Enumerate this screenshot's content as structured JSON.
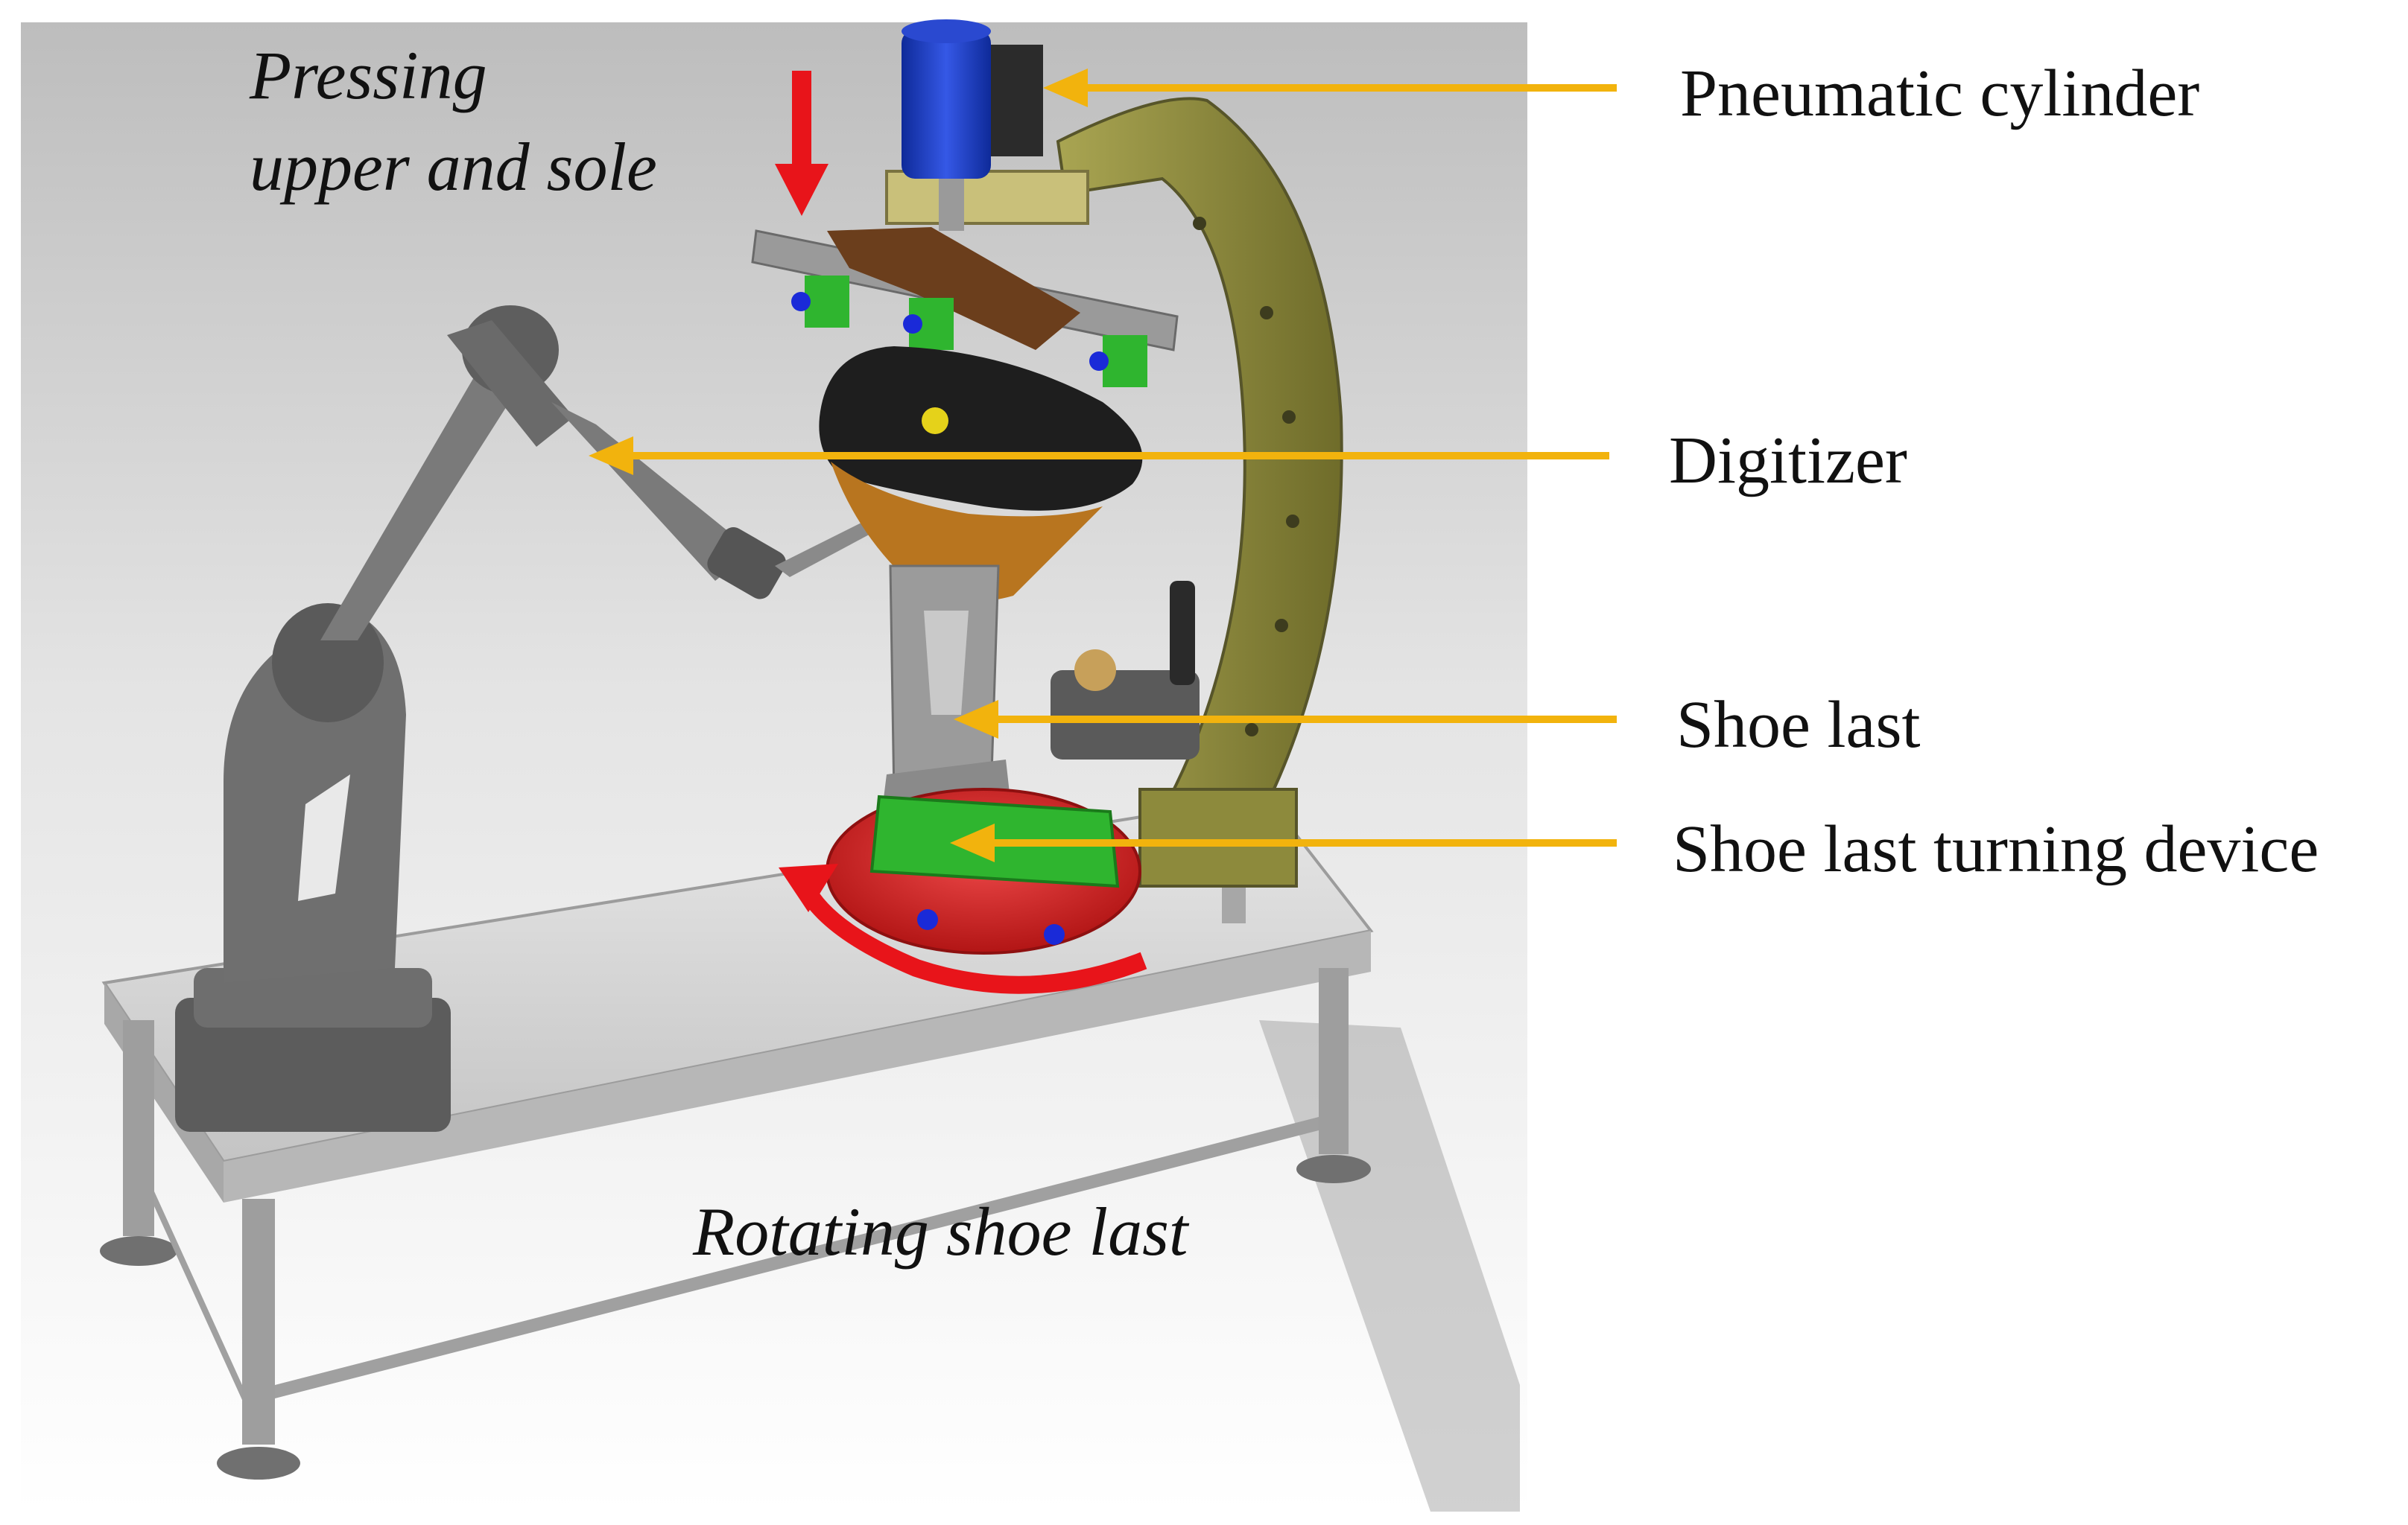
{
  "colors": {
    "callout_line": "#f2b30d",
    "motion_arrow": "#e8141a",
    "cylinder_blue": "#1f3fc4",
    "arc_olive": "#8d8a3c",
    "robot_gray": "#6d6d6d",
    "table_top": "#d8d8d8",
    "turning_green": "#2fb52f",
    "turntable_red": "#d32020",
    "frame_brown": "#6b3e1c",
    "text": "#111111"
  },
  "labels": {
    "pressing_line1": "Pressing",
    "pressing_line2": "upper and sole",
    "rotating": "Rotating shoe last",
    "pneumatic_cylinder": "Pneumatic cylinder",
    "digitizer": "Digitizer",
    "shoe_last": "Shoe last",
    "shoe_last_turning_device": "Shoe last turning device"
  },
  "icons": {
    "press_arrow": "arrow-down-icon",
    "rotate_arrow": "curved-arrow-icon"
  }
}
